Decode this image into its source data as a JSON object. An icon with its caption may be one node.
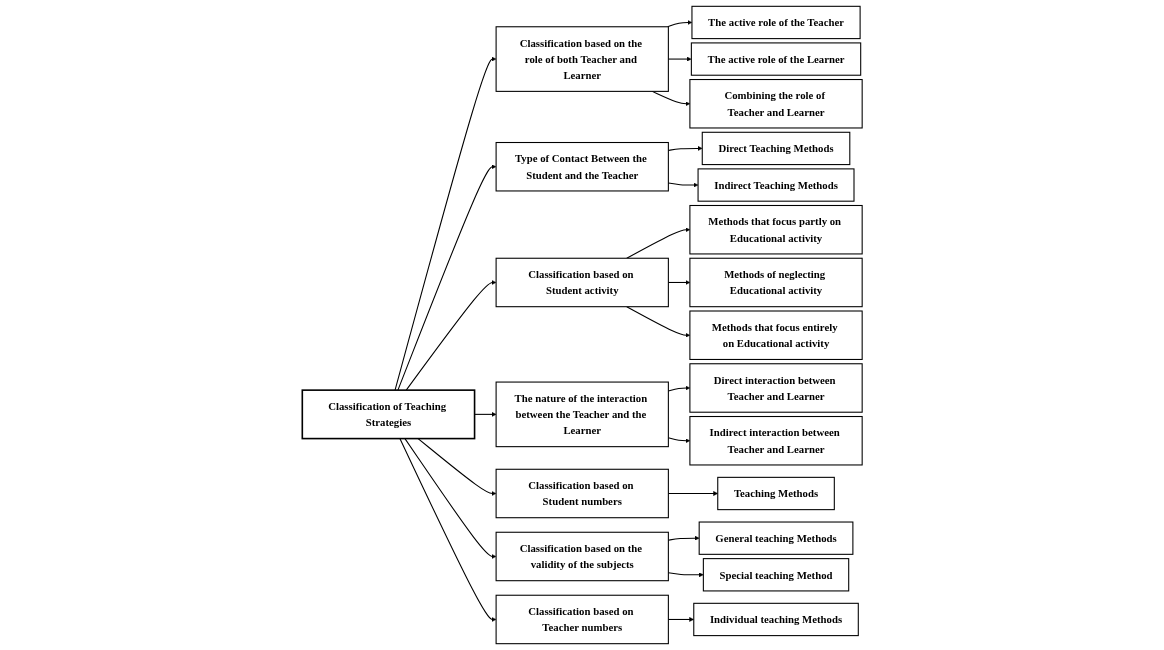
{
  "diagram": {
    "nodes": [
      {
        "text": [
          "Classification of Teaching Strategies"
        ]
      },
      {
        "text": [
          "Classification based on the role of both Teacher and Learner"
        ]
      },
      {
        "text": [
          "The active role of the Teacher"
        ]
      },
      {
        "text": [
          "The active role of the Learner"
        ]
      },
      {
        "text": [
          "Combining the role of Teacher and Learner"
        ]
      },
      {
        "text": [
          "Type of Contact Between the Student and the Teacher"
        ]
      },
      {
        "text": [
          "Direct Teaching Methods"
        ]
      },
      {
        "text": [
          "Indirect Teaching Methods"
        ]
      },
      {
        "text": [
          "Classification based on Student activity"
        ]
      },
      {
        "text": [
          "Methods that focus partly on Educational activity"
        ]
      },
      {
        "text": [
          "Methods of neglecting Educational activity"
        ]
      },
      {
        "text": [
          "Methods that focus entirely on Educational activity"
        ]
      },
      {
        "text": [
          "The nature of the interaction between the Teacher and the Learner"
        ]
      },
      {
        "text": [
          "Direct interaction between Teacher and Learner"
        ]
      },
      {
        "text": [
          "Indirect interaction between Teacher and Learner"
        ]
      },
      {
        "text": [
          "Classification based on Student numbers"
        ]
      },
      {
        "text": [
          "Teaching Methods"
        ]
      },
      {
        "text": [
          "Classification based on the validity of the subjects"
        ]
      },
      {
        "text": [
          "General teaching Methods"
        ]
      },
      {
        "text": [
          "Special teaching Method"
        ]
      },
      {
        "text": [
          "Classification based on Teacher numbers"
        ]
      },
      {
        "text": [
          "Individual teaching Methods"
        ]
      }
    ],
    "edges": [
      {
        "from": 0,
        "to": 1,
        "arrow": "to"
      },
      {
        "from": 0,
        "to": 5,
        "arrow": "to"
      },
      {
        "from": 1,
        "to": 2,
        "arrow": "to"
      },
      {
        "from": 1,
        "to": 3,
        "arrow": "to"
      },
      {
        "from": 1,
        "to": 4,
        "arrow": "to"
      },
      {
        "from": 5,
        "to": 6,
        "arrow": "to"
      },
      {
        "from": 5,
        "to": 7,
        "arrow": "to"
      },
      {
        "from": 0,
        "to": 8,
        "arrow": "to"
      },
      {
        "from": 0,
        "to": 12,
        "arrow": "to"
      },
      {
        "from": 8,
        "to": 9,
        "arrow": "to"
      },
      {
        "from": 8,
        "to": 10,
        "arrow": "to"
      },
      {
        "from": 8,
        "to": 11,
        "arrow": "to"
      },
      {
        "from": 12,
        "to": 13,
        "arrow": "to"
      },
      {
        "from": 12,
        "to": 14,
        "arrow": "to"
      },
      {
        "from": 0,
        "to": 15,
        "arrow": "to"
      },
      {
        "from": 0,
        "to": 17,
        "arrow": "to"
      },
      {
        "from": 15,
        "to": 16,
        "arrow": "to"
      },
      {
        "from": 17,
        "to": 18,
        "arrow": "to"
      },
      {
        "from": 17,
        "to": 19,
        "arrow": "to"
      },
      {
        "from": 0,
        "to": 20,
        "arrow": "to"
      },
      {
        "from": 20,
        "to": 21,
        "arrow": "to"
      }
    ]
  }
}
